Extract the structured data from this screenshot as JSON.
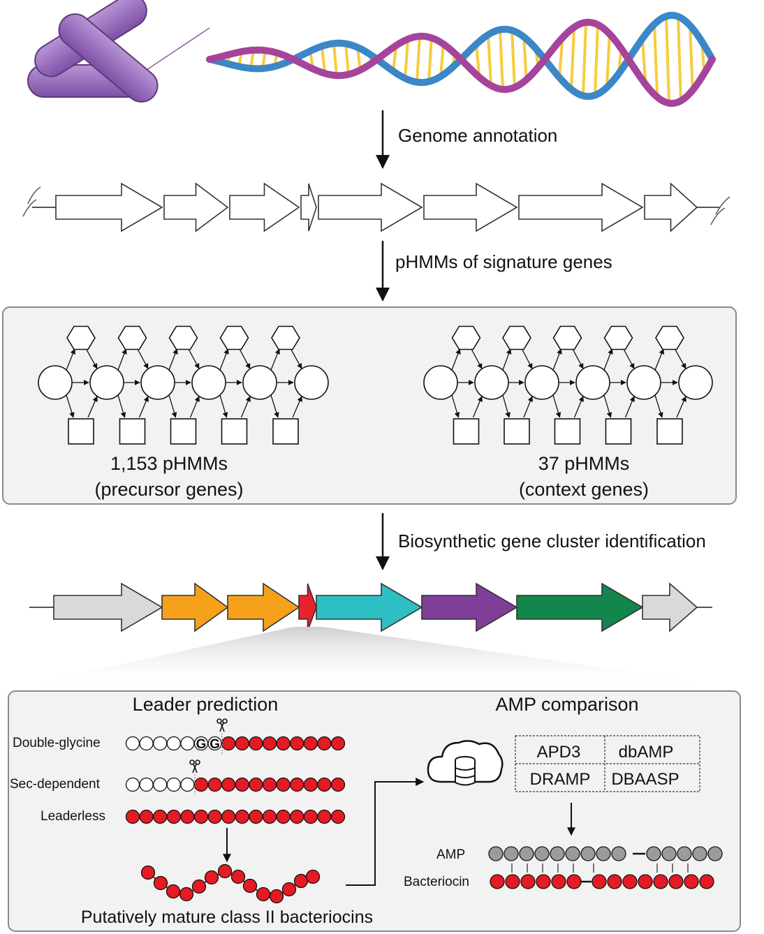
{
  "steps": {
    "genome_annotation": "Genome annotation",
    "phmm_signature": "pHMMs of signature genes",
    "bgc_identification": "Biosynthetic gene cluster identification"
  },
  "phmm_box": {
    "left_count": "1,153 pHMMs",
    "left_desc": "(precursor genes)",
    "right_count": "37 pHMMs",
    "right_desc": "(context genes)"
  },
  "gene_cluster_colors": [
    "#d9d9d9",
    "#f5a11c",
    "#f5a11c",
    "#e8232b",
    "#2ebfc4",
    "#7f3f98",
    "#13864b",
    "#d9d9d9"
  ],
  "leader": {
    "title": "Leader prediction",
    "double_glycine": "Double-glycine",
    "glycine_letter": "G",
    "sec_dependent": "Sec-dependent",
    "leaderless": "Leaderless",
    "mature_caption": "Putatively mature class II bacteriocins"
  },
  "amp": {
    "title": "AMP comparison",
    "databases": [
      "APD3",
      "dbAMP",
      "DRAMP",
      "DBAASP"
    ],
    "amp_label": "AMP",
    "bacteriocin_label": "Bacteriocin"
  },
  "colors": {
    "residue_red": "#e41b23",
    "residue_gray": "#9b9b9b",
    "panel_fill": "#f2f2f2",
    "dna_purple": "#a5449a",
    "dna_blue": "#3b87c7",
    "dna_rungs": "#f6cc3c",
    "bacteria": "#9b6fbe"
  }
}
